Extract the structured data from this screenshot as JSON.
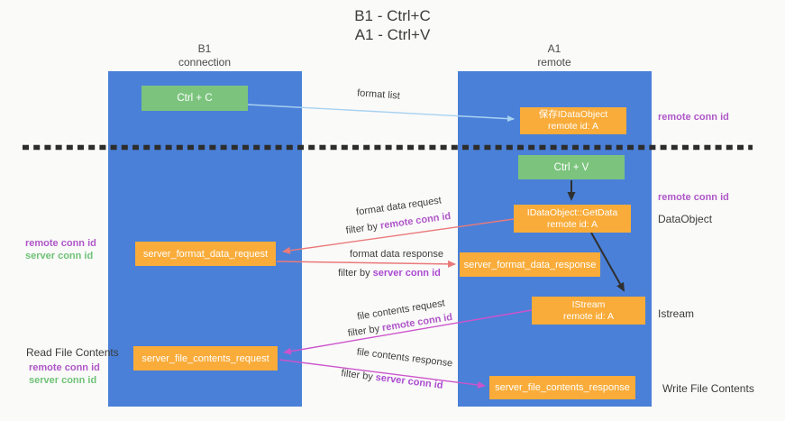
{
  "title": {
    "line1": "B1 - Ctrl+C",
    "line2": "A1 - Ctrl+V"
  },
  "lanes": {
    "left": {
      "name": "B1",
      "role": "connection"
    },
    "right": {
      "name": "A1",
      "role": "remote"
    }
  },
  "nodes": {
    "ctrl_c": {
      "label": "Ctrl + C"
    },
    "clipboard_store": {
      "line1": "保存IDataObject",
      "line2": "remote id: A"
    },
    "ctrl_v": {
      "label": "Ctrl + V"
    },
    "getdata": {
      "line1": "IDataObject::GetData",
      "line2": "remote id: A"
    },
    "format_request": {
      "label": "server_format_data_request"
    },
    "format_response": {
      "label": "server_format_data_response"
    },
    "istream": {
      "line1": "IStream",
      "line2": "remote id: A"
    },
    "file_request": {
      "label": "server_file_contents_request"
    },
    "file_response": {
      "label": "server_file_contents_response"
    }
  },
  "labels": {
    "format_list": "format list",
    "format_data_request": "format data request",
    "format_data_response": "format data response",
    "file_contents_request": "file contents request",
    "file_contents_response": "file contents response",
    "filter_by": "filter by",
    "remote_conn_id": "remote conn id",
    "server_conn_id": "server conn id",
    "dataobject": "DataObject",
    "istream": "Istream",
    "read_file_contents": "Read File Contents",
    "write_file_contents": "Write File Contents"
  },
  "colors": {
    "lane_blue": "#4a80d8",
    "node_orange": "#f9ac3a",
    "node_green": "#7cc47e",
    "remote_conn_id_text": "#af57c8",
    "server_conn_id_text": "#6fc276",
    "arrow_red": "#ea7a7a",
    "arrow_magenta": "#cc54cc",
    "arrow_light_blue": "#a8d2f1",
    "arrow_black": "#2f2f2f",
    "background": "#fafaf9"
  }
}
